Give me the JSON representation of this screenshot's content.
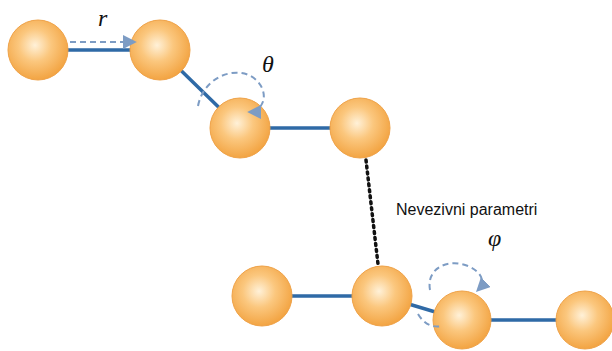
{
  "diagram": {
    "labels": [
      "r",
      "θ",
      "Nevezivni parametri",
      "φ"
    ]
  }
}
